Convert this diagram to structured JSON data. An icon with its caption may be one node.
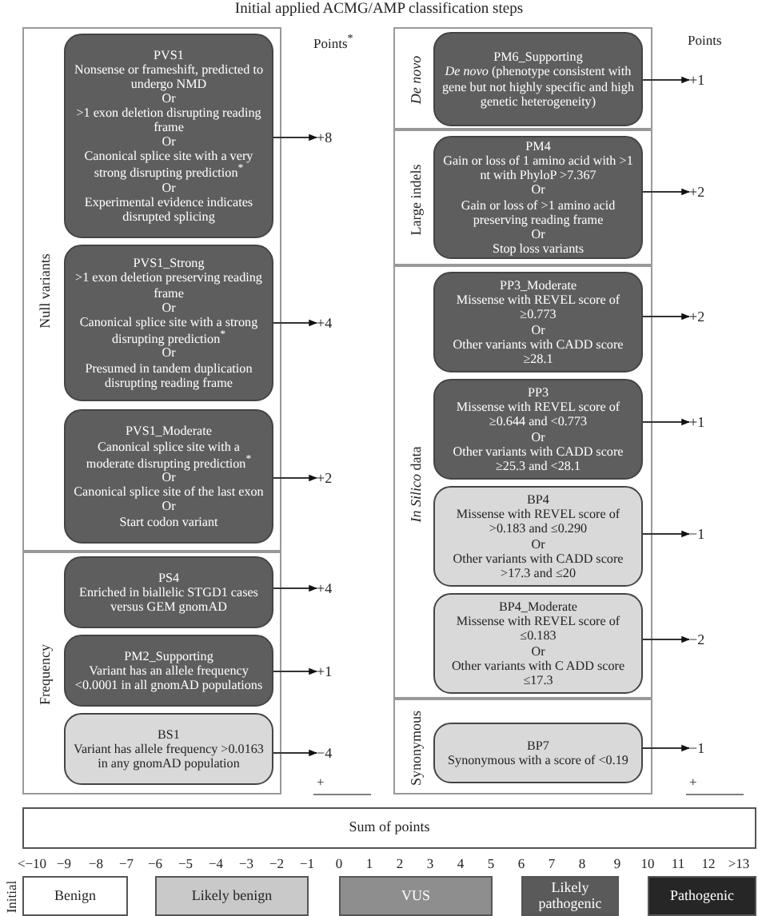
{
  "diagram": {
    "title": "Initial applied ACMG/AMP classification steps",
    "nodes": [
      {
        "text": [
          "Null variants"
        ]
      },
      {
        "text": [
          "PVS1",
          "Nonsense or frameshift, predicted to undergo NMD",
          "Or",
          ">1 exon deletion disrupting reading frame",
          "Or",
          "Canonical splice site with a very strong disrupting prediction$^{*}$",
          "Or",
          "Experimental evidence indicates disrupted splicing"
        ],
        "in": 0
      },
      {
        "text": [
          "PVS1_Strong",
          ">1 exon deletion preserving reading frame",
          "Or",
          "Canonical splice site with a strong disrupting prediction$^{*}$",
          "Or",
          "Presumed in tandem duplication disrupting reading frame"
        ],
        "in": 0
      },
      {
        "text": [
          "PVS1_Moderate",
          "Canonical splice site with a moderate disrupting prediction$^{*}$",
          "Or",
          "Canonical splice site of the last exon",
          "Or",
          "Start codon variant"
        ],
        "in": 0
      },
      {
        "text": [
          "Frequency"
        ]
      },
      {
        "text": [
          "PS4",
          "Enriched in biallelic STGD1 cases versus GEM gnomAD"
        ],
        "in": 4
      },
      {
        "text": [
          "PM2_Supporting",
          "Variant has an allele frequency <0.0001 in all gnomAD populations"
        ],
        "in": 4
      },
      {
        "text": [
          "BS1",
          "Variant has allele frequency >0.0163 in any gnomAD population"
        ],
        "in": 4
      },
      {
        "text": [
          "De novo"
        ]
      },
      {
        "text": [
          "PM6_Supporting",
          "*De novo* (phenotype consistent with gene but not highly specific and high genetic heterogeneity)"
        ],
        "in": 8
      },
      {
        "text": [
          "Large indels"
        ]
      },
      {
        "text": [
          "PM4",
          "Gain or loss of 1 amino acid with >1 nt with PhyloP >7.367",
          "Or",
          "Gain or loss of >1 amino acid preserving reading frame",
          "Or",
          "Stop loss variants"
        ],
        "in": 10
      },
      {
        "text": [
          "*In Silico* data"
        ]
      },
      {
        "text": [
          "PP3_Moderate",
          "Missense with REVEL score of ≥0.773",
          "Or",
          "Other variants with CADD score ≥28.1"
        ],
        "in": 12
      },
      {
        "text": [
          "PP3",
          "Missense with REVEL score of ≥0.644 and <0.773",
          "Or",
          "Other variants with CADD score ≥25.3 and <28.1"
        ],
        "in": 12
      },
      {
        "text": [
          "BP4",
          "Missense with REVEL score of >0.183 and ≤0.290",
          "Or",
          "Other variants with CADD score >17.3 and ≤20"
        ],
        "in": 12
      },
      {
        "text": [
          "BP4_Moderate",
          "Missense with REVEL score of ≤0.183",
          "Or",
          "Other variants with C ADD score ≤17.3"
        ],
        "in": 12
      },
      {
        "text": [
          "Synonymous"
        ]
      },
      {
        "text": [
          "BP7",
          "Synonymous with a score of <0.19"
        ],
        "in": 17
      },
      {
        "text": [
          "+8"
        ]
      },
      {
        "text": [
          "+4"
        ]
      },
      {
        "text": [
          "+2"
        ]
      },
      {
        "text": [
          "+4"
        ]
      },
      {
        "text": [
          "+1"
        ]
      },
      {
        "text": [
          "−4"
        ]
      },
      {
        "text": [
          "+1"
        ]
      },
      {
        "text": [
          "+2"
        ]
      },
      {
        "text": [
          "+2"
        ]
      },
      {
        "text": [
          "+1"
        ]
      },
      {
        "text": [
          "−1"
        ]
      },
      {
        "text": [
          "−2"
        ]
      },
      {
        "text": [
          "−1"
        ]
      },
      {
        "text": [
          "Sum of points"
        ]
      },
      {
        "text": [
          "Benign"
        ]
      },
      {
        "text": [
          "Likely benign"
        ]
      },
      {
        "text": [
          "VUS"
        ]
      },
      {
        "text": [
          "Likely pathogenic"
        ]
      },
      {
        "text": [
          "Pathogenic"
        ]
      }
    ],
    "edges": [
      {
        "from": 1,
        "to": 19,
        "arrow": "to"
      },
      {
        "from": 2,
        "to": 20,
        "arrow": "to"
      },
      {
        "from": 3,
        "to": 21,
        "arrow": "to"
      },
      {
        "from": 5,
        "to": 22,
        "arrow": "to"
      },
      {
        "from": 6,
        "to": 23,
        "arrow": "to"
      },
      {
        "from": 7,
        "to": 24,
        "arrow": "to"
      },
      {
        "from": 9,
        "to": 25,
        "arrow": "to"
      },
      {
        "from": 11,
        "to": 26,
        "arrow": "to"
      },
      {
        "from": 13,
        "to": 27,
        "arrow": "to"
      },
      {
        "from": 14,
        "to": 28,
        "arrow": "to"
      },
      {
        "from": 15,
        "to": 29,
        "arrow": "to"
      },
      {
        "from": 16,
        "to": 30,
        "arrow": "to"
      },
      {
        "from": 18,
        "to": 31,
        "arrow": "to"
      }
    ],
    "labels": [
      "Points$^{*}$",
      "Points",
      "+",
      "+",
      "<−10",
      "−9",
      "−8",
      "−7",
      "−6",
      "−5",
      "−4",
      "−3",
      "−2",
      "−1",
      "0",
      "1",
      "2",
      "3",
      "4",
      "5",
      "6",
      "7",
      "8",
      "9",
      "10",
      "11",
      "12",
      ">13",
      "Initial"
    ]
  }
}
